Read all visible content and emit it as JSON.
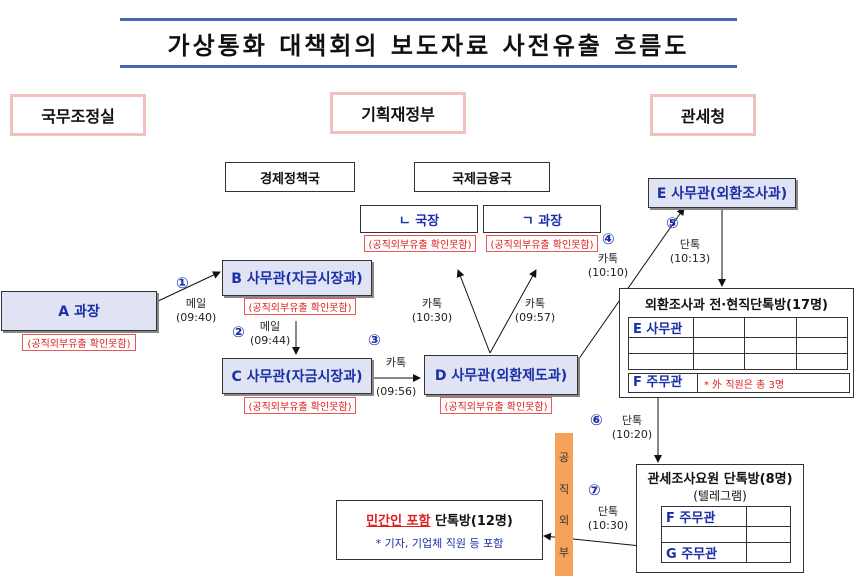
{
  "title": "가상통화 대책회의 보도자료 사전유출 흐름도",
  "orgs": {
    "left": "국무조정실",
    "center": "기획재정부",
    "right": "관세청"
  },
  "bureaus": {
    "economic_policy": "경제정책국",
    "international_finance": "국제금융국"
  },
  "officials": {
    "n_director": "ㄴ 국장",
    "g_section_chief": "ㄱ 과장",
    "a_chief": "A 과장",
    "b_officer": "B 사무관(자금시장과)",
    "c_officer": "C 사무관(자금시장과)",
    "d_officer": "D 사무관(외환제도과)",
    "e_officer": "E 사무관(외환조사과)"
  },
  "unconfirmed_note": "(공직외부유출 확인못함)",
  "steps": {
    "s1": {
      "num": "①",
      "method": "메일",
      "time": "(09:40)"
    },
    "s2": {
      "num": "②",
      "method": "메일",
      "time": "(09:44)"
    },
    "s3": {
      "num": "③",
      "method": "카톡",
      "time": "(09:56)"
    },
    "s4": {
      "num": "④",
      "method": "카톡",
      "time": "(10:10)"
    },
    "s5": {
      "num": "⑤",
      "method": "단톡",
      "time": "(10:13)"
    },
    "s6": {
      "num": "⑥",
      "method": "단톡",
      "time": "(10:20)"
    },
    "s7": {
      "num": "⑦",
      "method": "단톡",
      "time": "(10:30)"
    },
    "d_to_n": {
      "method": "카톡",
      "time": "(10:30)"
    },
    "d_to_g": {
      "method": "카톡",
      "time": "(09:57)"
    }
  },
  "group1": {
    "title": "외환조사과 전·현직단톡방(17명)",
    "member_e": "E 사무관",
    "member_f": "F 주무관",
    "note": "* 外 직원은 총 3명"
  },
  "group2": {
    "title": "관세조사요원 단톡방(8명)",
    "subtitle": "(텔레그램)",
    "member_f": "F 주무관",
    "member_g": "G 주무관"
  },
  "public_leak": [
    "공",
    "직",
    "외",
    "부"
  ],
  "civilian": {
    "emph": "민간인 포함",
    "rest": " 단톡방(12명)",
    "note": "* 기자, 기업체 직원 등 포함"
  }
}
